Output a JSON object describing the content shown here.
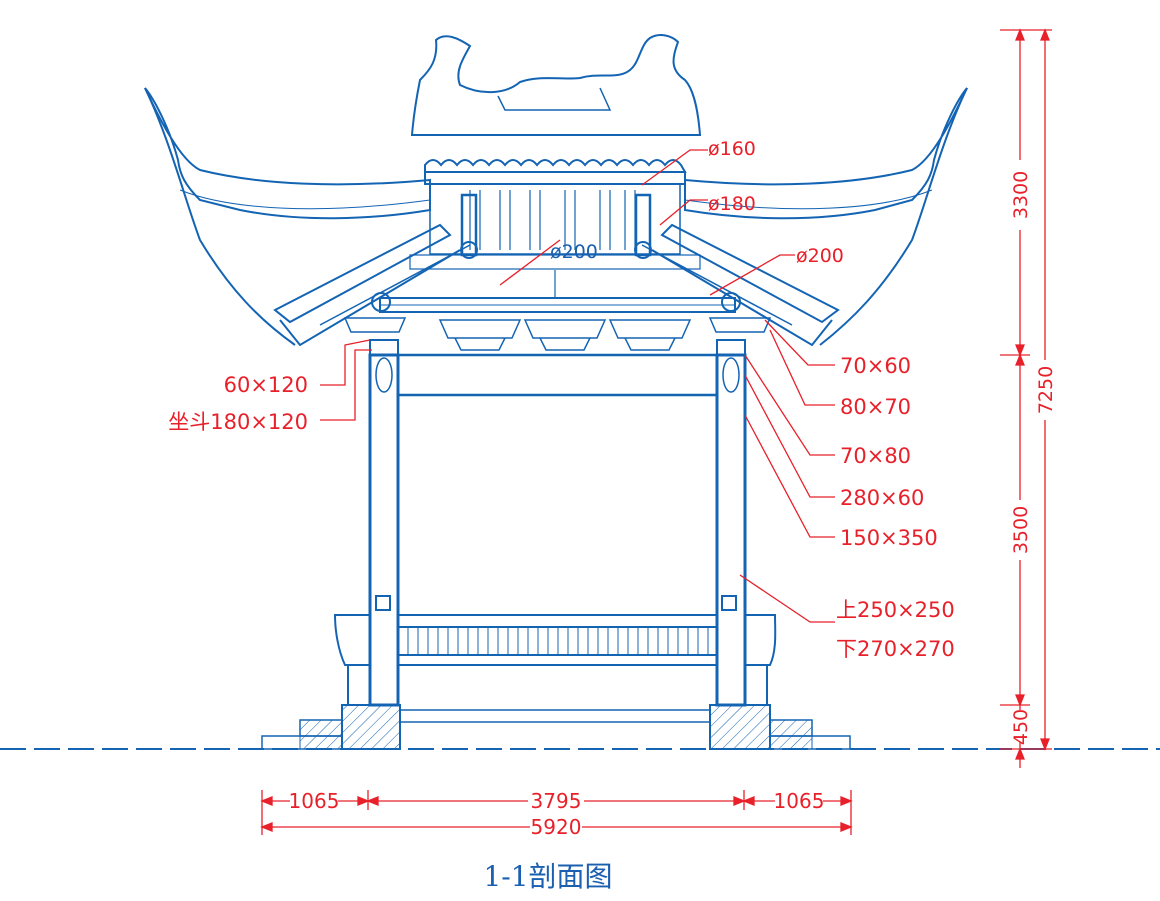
{
  "title": "1-1剖面图",
  "colors": {
    "structure": "#1464b4",
    "annotation": "#e8202a"
  },
  "diameter_labels": {
    "d160": "ø160",
    "d180": "ø180",
    "d200_inner": "ø200",
    "d200_outer": "ø200"
  },
  "member_labels": {
    "m1": "70×60",
    "m2": "80×70",
    "m3": "70×80",
    "m4": "280×60",
    "m5": "150×350",
    "col_top": "上250×250",
    "col_bottom": "下270×270",
    "left1": "60×120",
    "left2": "坐斗180×120"
  },
  "horizontal_dims": {
    "left": "1065",
    "center": "3795",
    "right": "1065",
    "total": "5920"
  },
  "vertical_dims": {
    "roof": "3300",
    "column": "3500",
    "base": "450",
    "total": "7250"
  }
}
